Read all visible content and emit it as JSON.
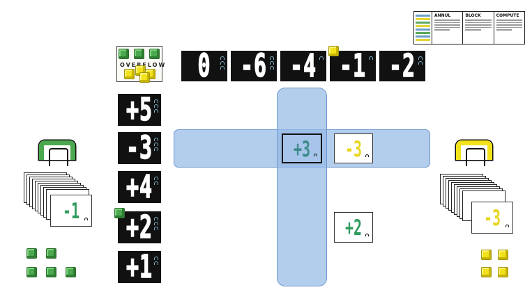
{
  "rules": {
    "headings": [
      "ANNUL",
      "BLOCK",
      "COMPUTE"
    ]
  },
  "overflow": {
    "label": "OVERFLOW"
  },
  "top_row": [
    {
      "value": "0"
    },
    {
      "value": "-6"
    },
    {
      "value": "-4"
    },
    {
      "value": "-1"
    },
    {
      "value": "-2"
    }
  ],
  "left_column": [
    {
      "value": "+5"
    },
    {
      "value": "-3"
    },
    {
      "value": "+4"
    },
    {
      "value": "+2"
    },
    {
      "value": "+1"
    }
  ],
  "board": {
    "selected_card": {
      "value": "+3"
    },
    "yellow_card": {
      "value": "-3"
    },
    "green_card": {
      "value": "+2"
    }
  },
  "left_player": {
    "color": "#4ba84e",
    "top_card": "-1"
  },
  "right_player": {
    "color": "#f2e21a",
    "top_card": "-3"
  },
  "colors": {
    "highlight": "#96bae6",
    "green": "#4ba84e",
    "yellow": "#f2e21a",
    "card_dark": "#111111",
    "selected_text": "#3c8b8a"
  }
}
